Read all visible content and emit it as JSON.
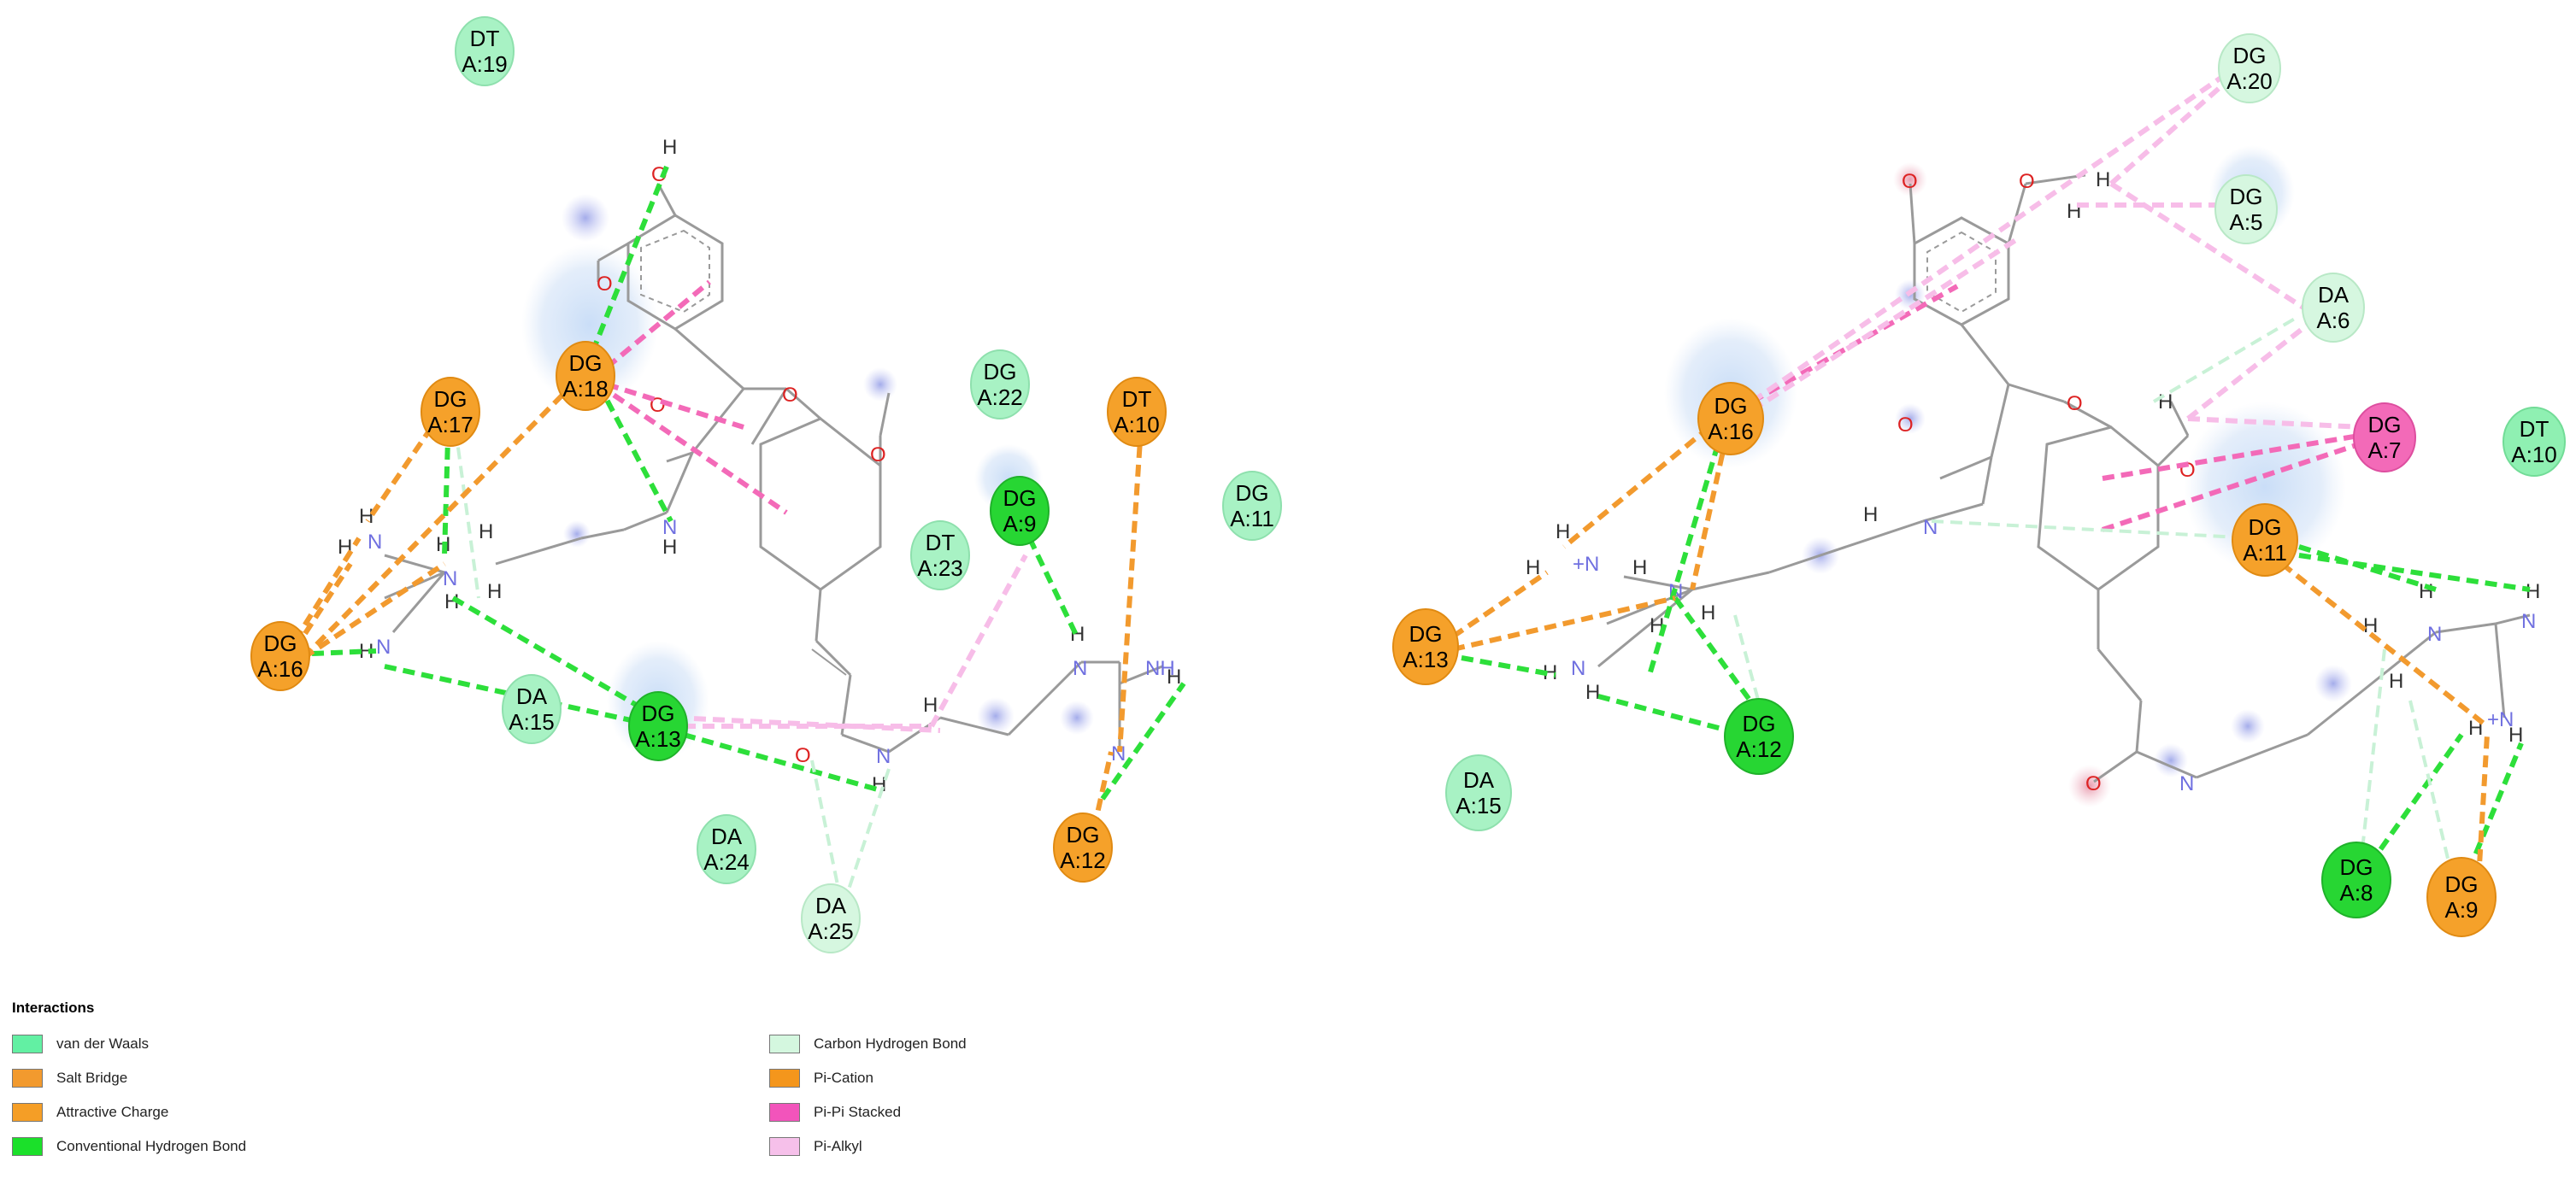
{
  "colors": {
    "van_der_waals": "#8ff0b2",
    "salt_bridge": "#f5a12a",
    "attractive_charge": "#f09418",
    "conventional_h_bond": "#27d633",
    "carbon_h_bond": "#d6f7e0",
    "pi_cation": "#f08a10",
    "pi_pi_stacked": "#f36ab8",
    "pi_alkyl": "#f7bde8"
  },
  "legend": {
    "title": "Interactions",
    "items": [
      {
        "label": "van der Waals",
        "color": "#62f0a3"
      },
      {
        "label": "Salt Bridge",
        "color": "#f29a2e"
      },
      {
        "label": "Attractive Charge",
        "color": "#f59e26"
      },
      {
        "label": "Conventional Hydrogen Bond",
        "color": "#1be02a"
      },
      {
        "label": "Carbon Hydrogen Bond",
        "color": "#d4f7df"
      },
      {
        "label": "Pi-Cation",
        "color": "#f4961c"
      },
      {
        "label": "Pi-Pi Stacked",
        "color": "#f254bb"
      },
      {
        "label": "Pi-Alkyl",
        "color": "#f6c0ea"
      }
    ]
  },
  "left": {
    "residues": [
      {
        "id": "l-dt19",
        "l1": "DT",
        "l2": "A:19",
        "type": "vdw"
      },
      {
        "id": "l-dg17",
        "l1": "DG",
        "l2": "A:17",
        "type": "salt"
      },
      {
        "id": "l-dg18",
        "l1": "DG",
        "l2": "A:18",
        "type": "salt"
      },
      {
        "id": "l-dg22",
        "l1": "DG",
        "l2": "A:22",
        "type": "vdw"
      },
      {
        "id": "l-dt10",
        "l1": "DT",
        "l2": "A:10",
        "type": "salt"
      },
      {
        "id": "l-dg11",
        "l1": "DG",
        "l2": "A:11",
        "type": "vdw"
      },
      {
        "id": "l-dg9",
        "l1": "DG",
        "l2": "A:9",
        "type": "hbond"
      },
      {
        "id": "l-dt23",
        "l1": "DT",
        "l2": "A:23",
        "type": "vdw"
      },
      {
        "id": "l-dg16",
        "l1": "DG",
        "l2": "A:16",
        "type": "salt"
      },
      {
        "id": "l-da15",
        "l1": "DA",
        "l2": "A:15",
        "type": "vdw"
      },
      {
        "id": "l-dg13",
        "l1": "DG",
        "l2": "A:13",
        "type": "hbond"
      },
      {
        "id": "l-da24",
        "l1": "DA",
        "l2": "A:24",
        "type": "vdw"
      },
      {
        "id": "l-da25",
        "l1": "DA",
        "l2": "A:25",
        "type": "carbon"
      },
      {
        "id": "l-dg12",
        "l1": "DG",
        "l2": "A:12",
        "type": "salt"
      }
    ]
  },
  "right": {
    "residues": [
      {
        "id": "r-dg20",
        "l1": "DG",
        "l2": "A:20",
        "type": "carbon"
      },
      {
        "id": "r-dg5",
        "l1": "DG",
        "l2": "A:5",
        "type": "carbon"
      },
      {
        "id": "r-da6",
        "l1": "DA",
        "l2": "A:6",
        "type": "carbon"
      },
      {
        "id": "r-dg16",
        "l1": "DG",
        "l2": "A:16",
        "type": "salt"
      },
      {
        "id": "r-dg7",
        "l1": "DG",
        "l2": "A:7",
        "type": "pipi"
      },
      {
        "id": "r-dt10",
        "l1": "DT",
        "l2": "A:10",
        "type": "vdw"
      },
      {
        "id": "r-dg11",
        "l1": "DG",
        "l2": "A:11",
        "type": "salt"
      },
      {
        "id": "r-dg13",
        "l1": "DG",
        "l2": "A:13",
        "type": "salt"
      },
      {
        "id": "r-dg12",
        "l1": "DG",
        "l2": "A:12",
        "type": "hbond"
      },
      {
        "id": "r-da15",
        "l1": "DA",
        "l2": "A:15",
        "type": "vdw"
      },
      {
        "id": "r-dg8",
        "l1": "DG",
        "l2": "A:8",
        "type": "hbond"
      },
      {
        "id": "r-dg9",
        "l1": "DG",
        "l2": "A:9",
        "type": "salt"
      }
    ]
  },
  "atom_labels": {
    "O": "O",
    "N": "N",
    "H": "H",
    "NH": "NH",
    "N_plus": "+N"
  }
}
